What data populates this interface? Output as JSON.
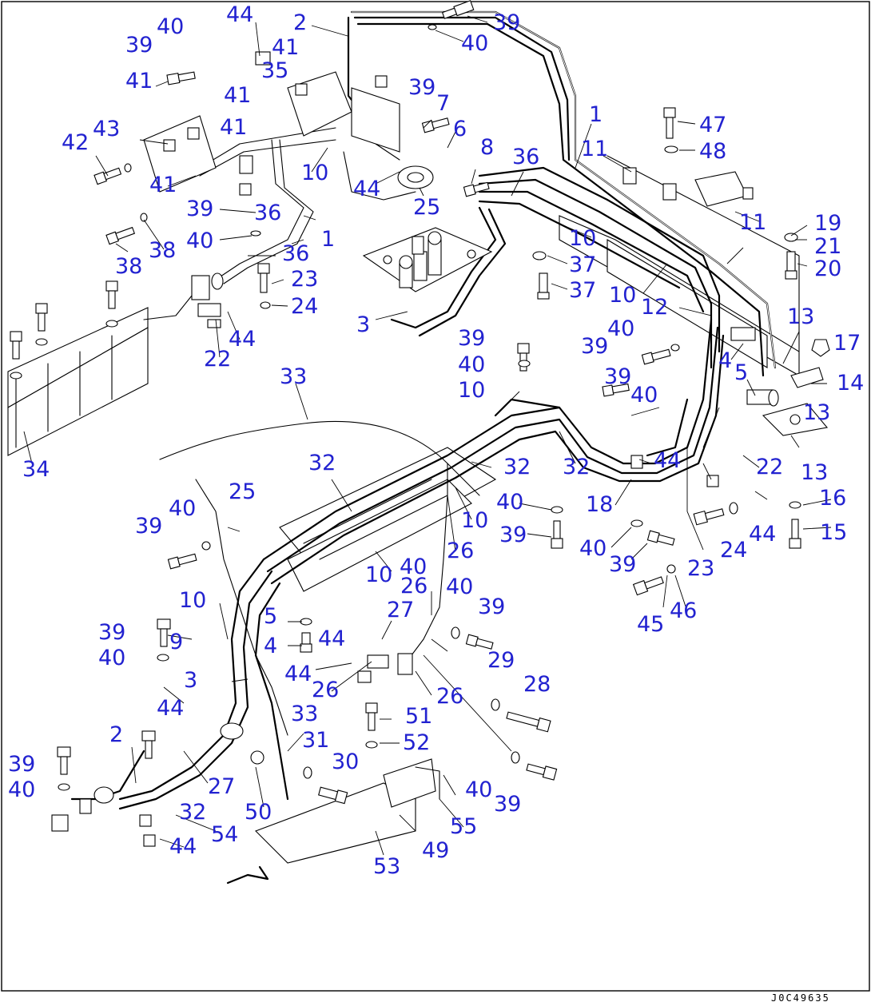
{
  "diagram": {
    "document_code": "J0C49635",
    "callouts": [
      "44",
      "2",
      "39",
      "40",
      "39",
      "41",
      "35",
      "41",
      "40",
      "41",
      "39",
      "7",
      "6",
      "8",
      "36",
      "1",
      "47",
      "11",
      "48",
      "42",
      "43",
      "41",
      "41",
      "10",
      "44",
      "25",
      "10",
      "19",
      "21",
      "11",
      "20",
      "39",
      "36",
      "38",
      "40",
      "1",
      "36",
      "23",
      "37",
      "38",
      "37",
      "10",
      "12",
      "24",
      "3",
      "44",
      "22",
      "13",
      "17",
      "39",
      "40",
      "40",
      "4",
      "39",
      "5",
      "14",
      "10",
      "39",
      "40",
      "13",
      "33",
      "34",
      "32",
      "32",
      "32",
      "18",
      "44",
      "22",
      "13",
      "16",
      "10",
      "40",
      "15",
      "25",
      "40",
      "39",
      "39",
      "40",
      "24",
      "44",
      "23",
      "26",
      "40",
      "46",
      "45",
      "39",
      "10",
      "40",
      "10",
      "26",
      "27",
      "39",
      "5",
      "44",
      "4",
      "39",
      "29",
      "9",
      "40",
      "44",
      "26",
      "3",
      "26",
      "44",
      "28",
      "51",
      "33",
      "31",
      "30",
      "52",
      "2",
      "27",
      "32",
      "50",
      "40",
      "39",
      "39",
      "40",
      "54",
      "55",
      "44",
      "49",
      "53"
    ]
  }
}
